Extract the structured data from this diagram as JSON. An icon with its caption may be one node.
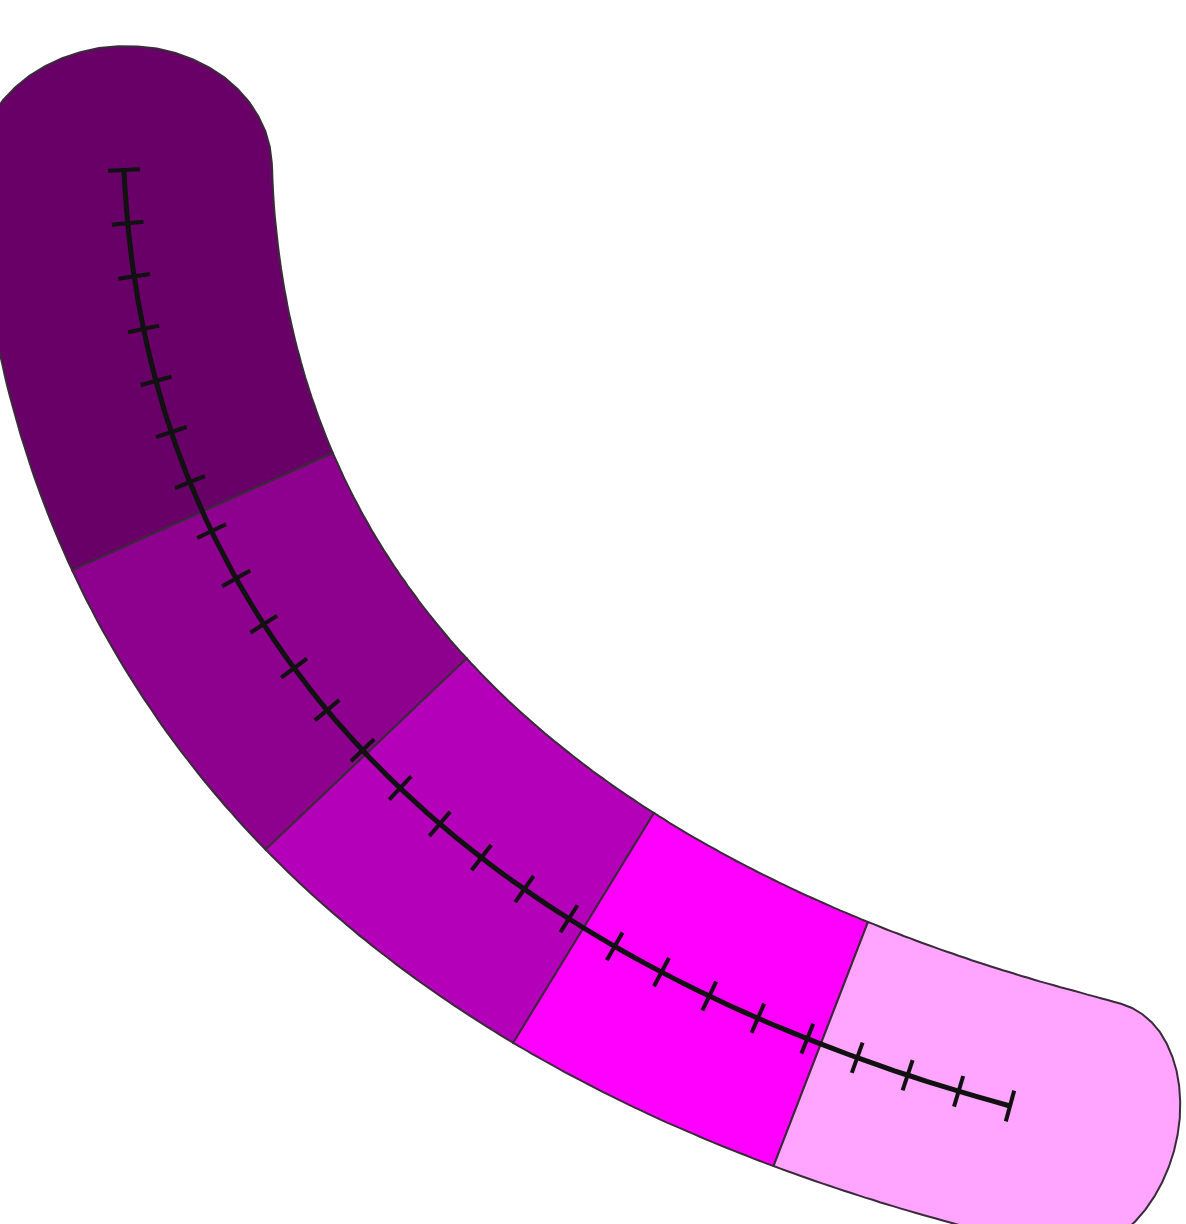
{
  "diagram": {
    "nodes": [
      {
        "text": [],
        "shape": "band"
      },
      {
        "text": [],
        "shape": "band"
      },
      {
        "text": [],
        "shape": "band"
      },
      {
        "text": [],
        "shape": "band"
      },
      {
        "text": [],
        "shape": "band"
      }
    ]
  }
}
